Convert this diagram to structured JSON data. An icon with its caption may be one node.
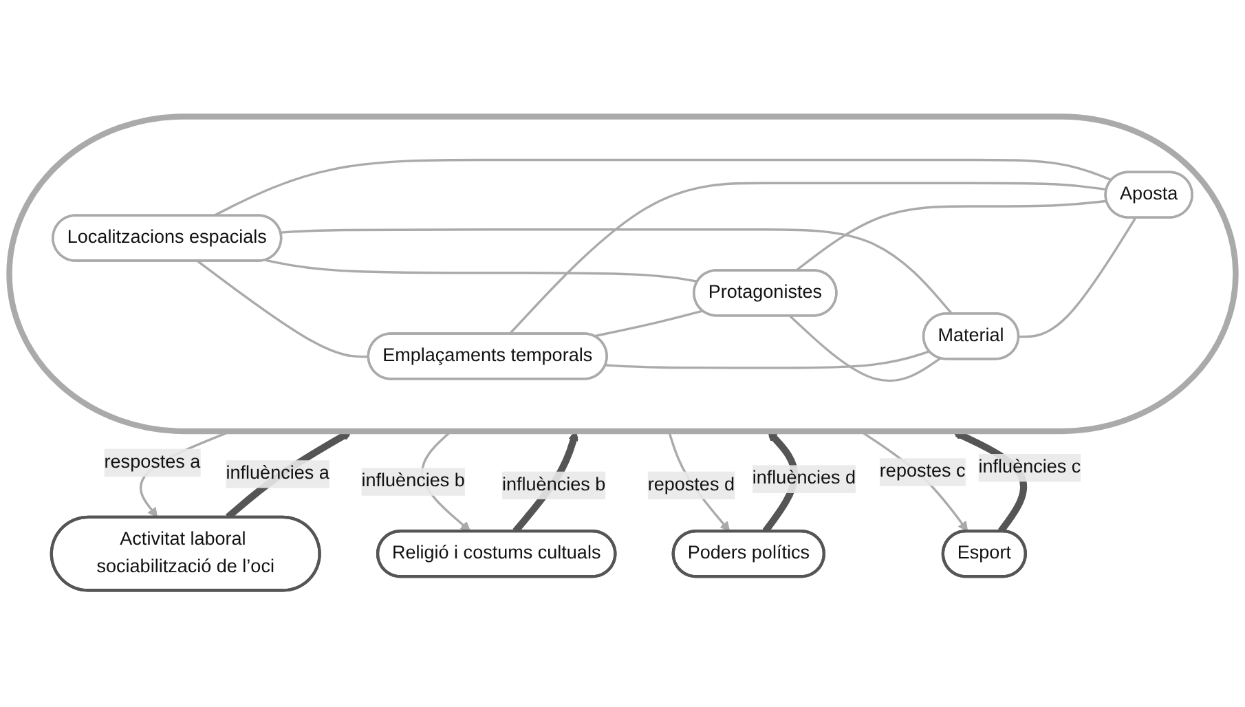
{
  "diagram": {
    "nodes": [
      {
        "text": [],
        "shape": "ellipse"
      },
      {
        "text": [
          "Activitat laboral sociabilització de l’oci"
        ]
      },
      {
        "text": [
          "Religió i costums cultuals"
        ]
      },
      {
        "text": [
          "Localitzacions espacials"
        ],
        "in": 0
      },
      {
        "text": [
          "Emplaçaments temporals"
        ],
        "in": 0
      },
      {
        "text": [
          "Protagonistes"
        ],
        "in": 0
      },
      {
        "text": [
          "Material"
        ],
        "in": 0
      },
      {
        "text": [
          "Aposta"
        ],
        "in": 0
      },
      {
        "text": [
          "Poders polítics"
        ]
      },
      {
        "text": [
          "Esport"
        ]
      }
    ],
    "edges": [
      {
        "from": 1,
        "to": 0,
        "arrow": "to",
        "label": "influències a",
        "style": "thick",
        "color": "#555555"
      },
      {
        "from": 0,
        "to": 1,
        "arrow": "to",
        "label": "respostes a"
      },
      {
        "from": 2,
        "to": 0,
        "arrow": "to",
        "label": "influències b",
        "style": "thick",
        "color": "#555555"
      },
      {
        "from": 0,
        "to": 2,
        "arrow": "to",
        "label": "influències b"
      },
      {
        "from": 3,
        "to": 4,
        "arrow": "none"
      },
      {
        "from": 3,
        "to": 5,
        "arrow": "none"
      },
      {
        "from": 3,
        "to": 6,
        "arrow": "none"
      },
      {
        "from": 3,
        "to": 7,
        "arrow": "none"
      },
      {
        "from": 4,
        "to": 5,
        "arrow": "none"
      },
      {
        "from": 4,
        "to": 6,
        "arrow": "none"
      },
      {
        "from": 4,
        "to": 7,
        "arrow": "none"
      },
      {
        "from": 5,
        "to": 6,
        "arrow": "none"
      },
      {
        "from": 5,
        "to": 7,
        "arrow": "none"
      },
      {
        "from": 6,
        "to": 7,
        "arrow": "none"
      },
      {
        "from": 0,
        "to": 8,
        "arrow": "to",
        "label": "repostes d"
      },
      {
        "from": 8,
        "to": 0,
        "arrow": "to",
        "label": "influències d",
        "style": "thick",
        "color": "#555555"
      },
      {
        "from": 0,
        "to": 9,
        "arrow": "to",
        "label": "repostes c"
      },
      {
        "from": 9,
        "to": 0,
        "arrow": "to",
        "label": "influències c",
        "style": "thick",
        "color": "#555555"
      }
    ]
  }
}
